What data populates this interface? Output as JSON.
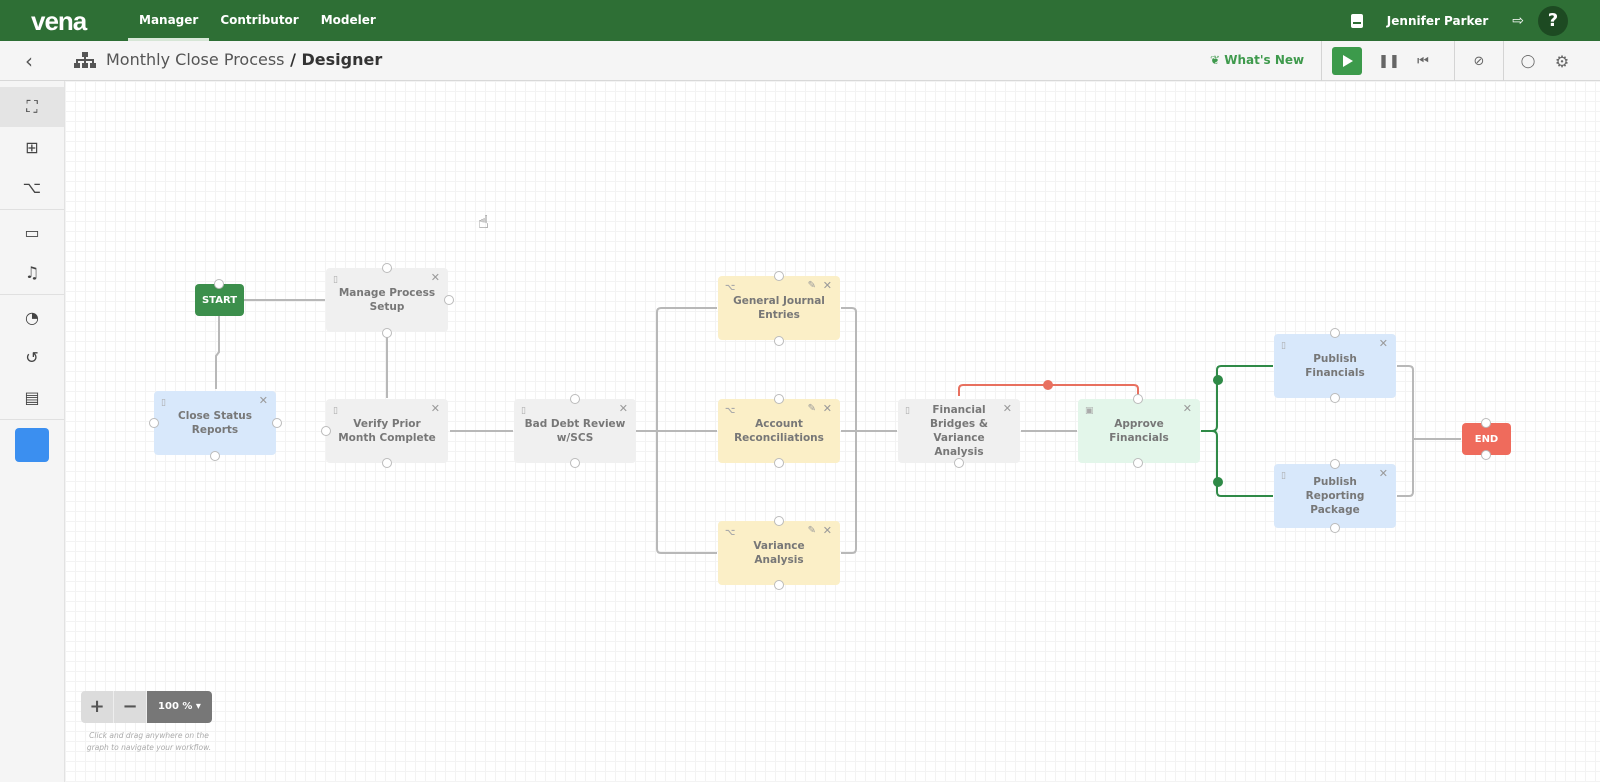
{
  "topbar": {
    "logo": "vena",
    "nav": [
      "Manager",
      "Contributor",
      "Modeler"
    ],
    "active_nav": "Manager",
    "user_name": "Jennifer Parker",
    "help": "?"
  },
  "subbar": {
    "back": "‹",
    "breadcrumb_process": "Monthly Close Process",
    "breadcrumb_sep": " / ",
    "breadcrumb_page": "Designer",
    "whats_new": "What's New"
  },
  "sidebar": {
    "items": [
      "process-map",
      "grid",
      "workflow",
      "storage",
      "notifications",
      "dashboard",
      "history",
      "audit-report",
      "notes"
    ]
  },
  "workflow": {
    "start_label": "START",
    "end_label": "END",
    "nodes": [
      {
        "id": "manage",
        "label": "Manage Process Setup",
        "color": "gray"
      },
      {
        "id": "close-status",
        "label": "Close Status Reports",
        "color": "blue"
      },
      {
        "id": "verify",
        "label": "Verify Prior Month Complete",
        "color": "gray"
      },
      {
        "id": "bad-debt",
        "label": "Bad Debt Review w/SCS",
        "color": "gray"
      },
      {
        "id": "gje",
        "label": "General Journal Entries",
        "color": "yellow"
      },
      {
        "id": "acct-rec",
        "label": "Account Reconciliations",
        "color": "yellow"
      },
      {
        "id": "variance",
        "label": "Variance Analysis",
        "color": "yellow"
      },
      {
        "id": "fin-bridges",
        "label": "Financial Bridges & Variance Analysis",
        "color": "gray"
      },
      {
        "id": "approve",
        "label": "Approve Financials",
        "color": "green"
      },
      {
        "id": "publish-fin",
        "label": "Publish Financials",
        "color": "blue"
      },
      {
        "id": "publish-rep",
        "label": "Publish Reporting Package",
        "color": "blue"
      }
    ],
    "colors": {
      "start": "#3c8f4c",
      "end": "#ef6b5c",
      "approve_edge": "#2f8a47",
      "reject_edge": "#e8705f",
      "edge": "#b8b8b8"
    }
  },
  "zoom": {
    "plus": "+",
    "minus": "−",
    "level": "100 %",
    "hint": "Click and drag anywhere on the graph to navigate your workflow."
  }
}
